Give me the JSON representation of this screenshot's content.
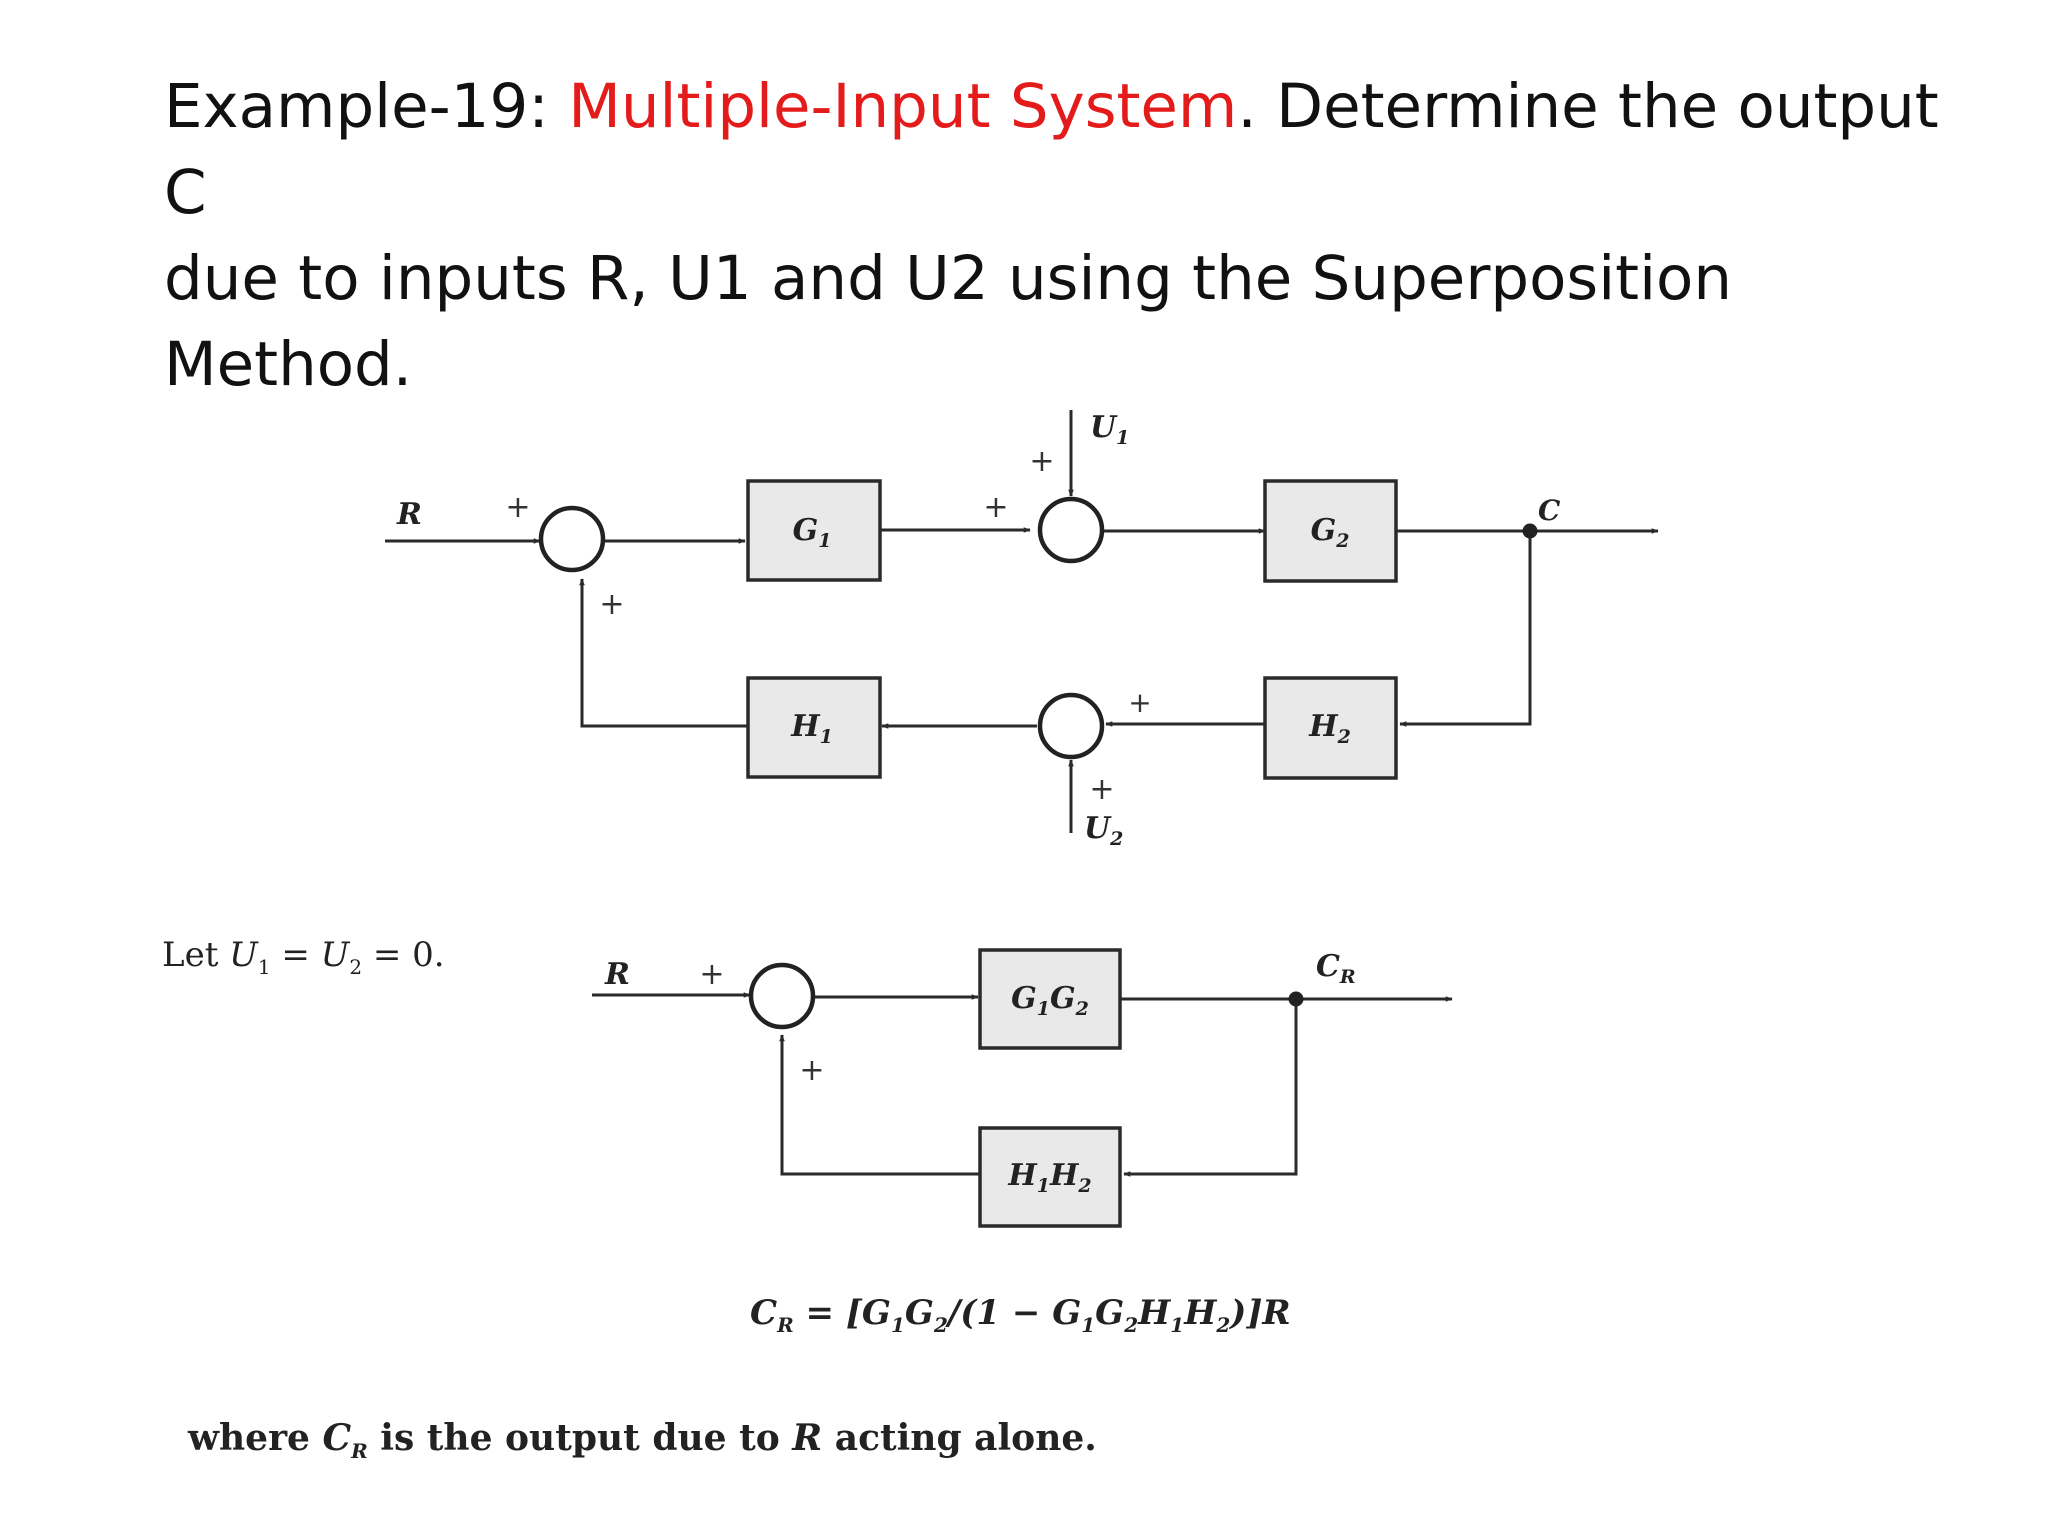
{
  "title": {
    "prefix": "Example-19: ",
    "highlight": "Multiple-Input System",
    "rest_line1": ". Determine the output C",
    "line2": "due to inputs R, U1 and U2 using the Superposition Method.",
    "accent_color": "#e41b1b"
  },
  "diagram1": {
    "input_label": "R",
    "output_label": "C",
    "disturbance_top": "U",
    "disturbance_top_sub": "1",
    "disturbance_bottom": "U",
    "disturbance_bottom_sub": "2",
    "blocks": {
      "g1": {
        "main": "G",
        "sub": "1"
      },
      "g2": {
        "main": "G",
        "sub": "2"
      },
      "h1": {
        "main": "H",
        "sub": "1"
      },
      "h2": {
        "main": "H",
        "sub": "2"
      }
    },
    "signs": [
      "+",
      "+",
      "+",
      "+",
      "+",
      "+"
    ]
  },
  "condition": {
    "prefix": "Let ",
    "u1": "U",
    "u1_sub": "1",
    "eq1": " = ",
    "u2": "U",
    "u2_sub": "2",
    "eq2": " = 0."
  },
  "diagram2": {
    "input_label": "R",
    "output_label": "C",
    "output_sub": "R",
    "forward_block": {
      "a": "G",
      "a_sub": "1",
      "b": "G",
      "b_sub": "2"
    },
    "feedback_block": {
      "a": "H",
      "a_sub": "1",
      "b": "H",
      "b_sub": "2"
    },
    "signs": [
      "+",
      "+"
    ]
  },
  "equation": {
    "lhs": "C",
    "lhs_sub": "R",
    "t1": " = [G",
    "s1": "1",
    "t2": "G",
    "s2": "2",
    "t3": "/(1 − G",
    "s3": "1",
    "t4": "G",
    "s4": "2",
    "t5": "H",
    "s5": "1",
    "t6": "H",
    "s6": "2",
    "t7": ")]R"
  },
  "footnote": {
    "pre": "where ",
    "sym": "C",
    "sym_sub": "R",
    "post": " is the output due to ",
    "r": "R",
    "end": " acting alone."
  }
}
